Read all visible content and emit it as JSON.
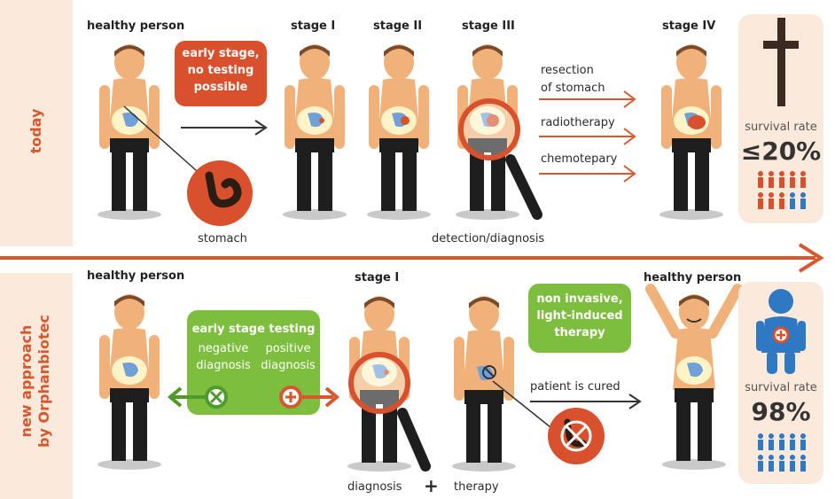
{
  "rows": {
    "today": "today",
    "new_approach": [
      "new approach",
      "by Orphanbiotec"
    ]
  },
  "top": {
    "healthy_person": "healthy person",
    "early_stage_bubble": [
      "early stage,",
      "no testing",
      "possible"
    ],
    "stage_1": "stage I",
    "stage_2": "stage II",
    "stage_3": "stage III",
    "stage_4": "stage IV",
    "stomach": "stomach",
    "detection": "detection/diagnosis",
    "treatments": [
      [
        "resection",
        "of stomach"
      ],
      [
        "radiotherapy"
      ],
      [
        "chemotepary"
      ]
    ],
    "survival_label": "survival rate",
    "survival_value": "≤20%"
  },
  "bottom": {
    "healthy_person_left": "healthy person",
    "testing_title": "early stage testing",
    "negative": [
      "negative",
      "diagnosis"
    ],
    "positive": [
      "positive",
      "diagnosis"
    ],
    "stage_1": "stage I",
    "therapy_bubble": [
      "non invasive,",
      "light-induced",
      "therapy"
    ],
    "cured": "patient is cured",
    "healthy_person_right": "healthy person",
    "diagnosis": "diagnosis",
    "plus": "+",
    "therapy": "therapy",
    "survival_label": "survival rate",
    "survival_value": "98%"
  },
  "colors": {
    "accent_orange": "#d8582e",
    "bubble_red": "#d9512c",
    "bubble_green": "#7dbe3e",
    "sidebar_bg": "#fbe9dc",
    "skin": "#f0b27a",
    "pants": "#1e1e1e",
    "stomach_blue": "#6fa0d8",
    "figure_blue": "#2f78c4",
    "arrow_dark": "#333333"
  },
  "icons": [
    "cross-icon",
    "magnifier-icon",
    "stomach-icon",
    "person-icon",
    "check-icon",
    "plus-icon"
  ]
}
